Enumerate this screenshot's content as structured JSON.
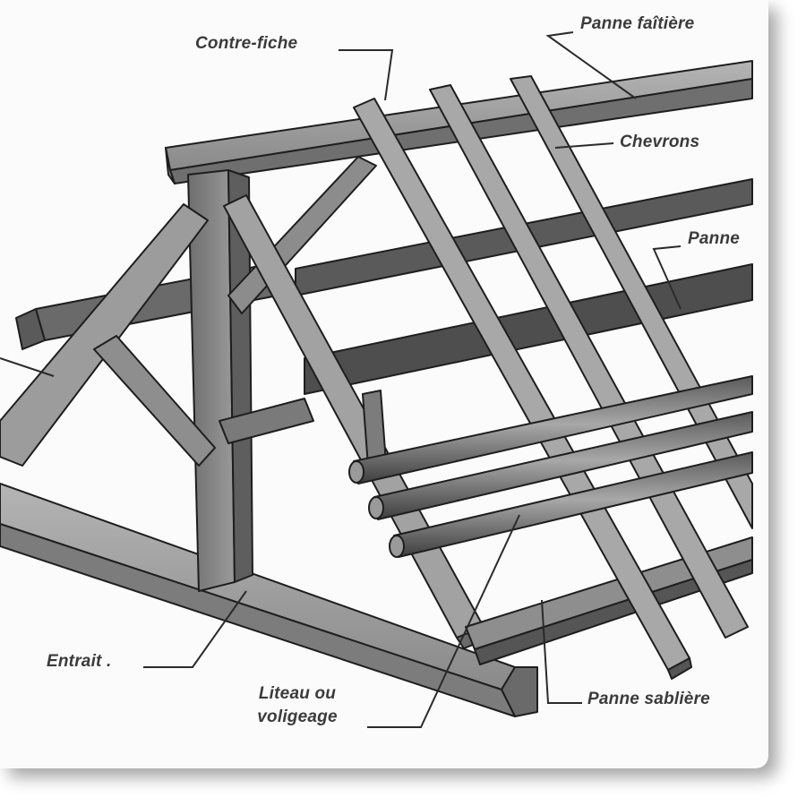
{
  "labels": {
    "contre_fiche": "Contre-fiche",
    "panne_faitiere": "Panne faîtière",
    "chevrons": "Chevrons",
    "panne": "Panne",
    "entrait": "Entrait .",
    "liteau_line1": "Liteau ou",
    "liteau_line2": "voligeage",
    "panne_sabliere": "Panne sablière"
  },
  "colors": {
    "wood_light": "#9a9a9a",
    "wood_mid": "#7c7c7c",
    "wood_dark": "#4a4a4a",
    "outline": "#1e1e1e",
    "label": "#3b3b3b"
  }
}
